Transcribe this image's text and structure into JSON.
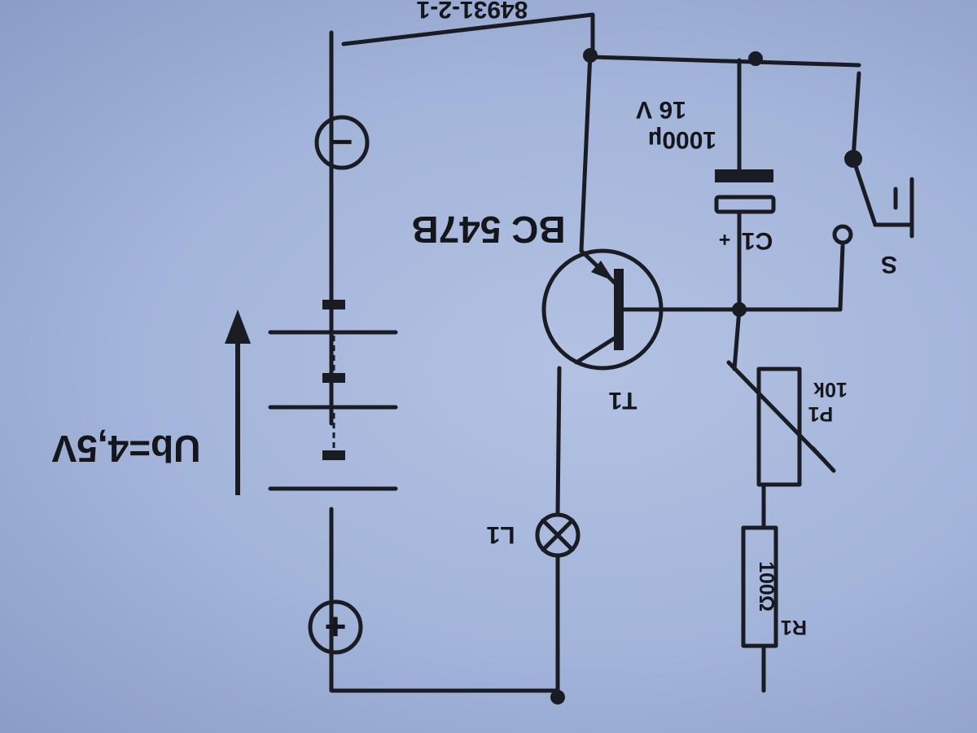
{
  "figure_number": "84931-2-1",
  "supply": {
    "label": "Ub=4,5V",
    "negative_sign": "−",
    "positive_sign": "+"
  },
  "transistor": {
    "ref": "T1",
    "type": "BC 547B"
  },
  "capacitor": {
    "ref": "C1",
    "polarity": "+",
    "value": "1000µ",
    "voltage": "16 V"
  },
  "switch": {
    "ref": "S"
  },
  "potentiometer": {
    "ref": "P1",
    "value": "10k"
  },
  "resistor": {
    "ref": "R1",
    "value": "100Ω"
  },
  "lamp": {
    "ref": "L1"
  },
  "colors": {
    "paper": "#a8b8dc",
    "ink": "#1a1c24"
  }
}
